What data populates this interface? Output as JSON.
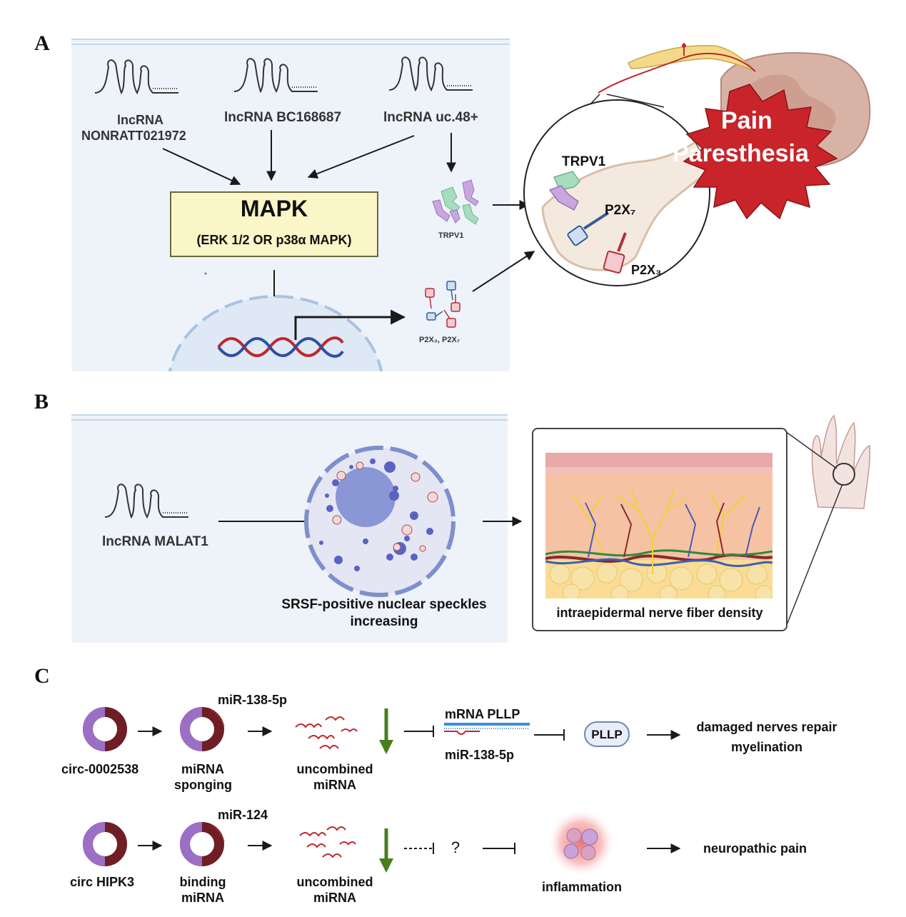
{
  "panels": {
    "a": "A",
    "b": "B",
    "c": "C"
  },
  "panel_a": {
    "lnc_nonratt_line1": "lncRNA",
    "lnc_nonratt_line2": "NONRATT021972",
    "lnc_bc": "lncRNA BC168687",
    "lnc_uc": "lncRNA uc.48+",
    "mapk_title": "MAPK",
    "mapk_sub": "(ERK 1/2  OR  p38α MAPK)",
    "trpv1_small": "TRPV1",
    "p2x_small": "P2X₃, P2X₇",
    "trpv1_big": "TRPV1",
    "p2x7_big": "P2X₇",
    "p2x3_big": "P2X₃",
    "pain_line1": "Pain",
    "pain_line2": "Paresthesia"
  },
  "panel_b": {
    "lnc_malat1": "lncRNA MALAT1",
    "speckles_line1": "SRSF-positive nuclear speckles",
    "speckles_line2": "increasing",
    "density": "intraepidermal nerve fiber density"
  },
  "panel_c": {
    "row1": {
      "circ": "circ-0002538",
      "step2_line1": "miRNA",
      "step2_line2": "sponging",
      "mir": "miR-138-5p",
      "uncombined_line1": "uncombined",
      "uncombined_line2": "miRNA",
      "mrna": "mRNA PLLP",
      "mir_bottom": "miR-138-5p",
      "pill": "PLLP",
      "outcome_line1": "damaged nerves repair",
      "outcome_line2": "myelination"
    },
    "row2": {
      "circ": "circ HIPK3",
      "step2_line1": "binding",
      "step2_line2": "miRNA",
      "mir": "miR-124",
      "uncombined_line1": "uncombined",
      "uncombined_line2": "miRNA",
      "question": "?",
      "inflammation": "inflammation",
      "outcome": "neuropathic pain"
    }
  },
  "colors": {
    "panel_bg": "#eef3fa",
    "mapk_fill": "#fbf6c8",
    "burst_red": "#c8242a",
    "circ_purple": "#9b6fc6",
    "circ_maroon": "#6e1e24",
    "down_arrow_green": "#4a7d1e",
    "mirna_red": "#c0272d",
    "mrna_blue": "#3a8fd8"
  }
}
